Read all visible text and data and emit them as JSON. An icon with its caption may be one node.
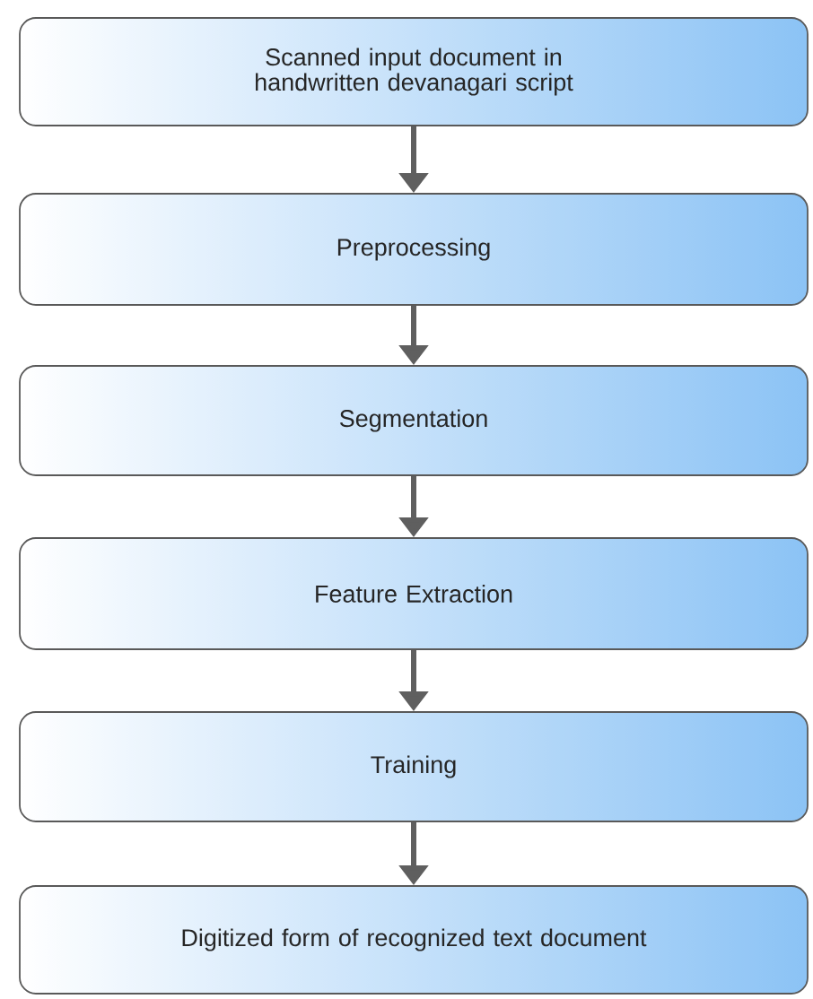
{
  "diagram": {
    "nodes": [
      {
        "text": [
          "Scanned input document in handwritten devanagari script"
        ]
      },
      {
        "text": [
          "Preprocessing"
        ]
      },
      {
        "text": [
          "Segmentation"
        ]
      },
      {
        "text": [
          "Feature Extraction"
        ]
      },
      {
        "text": [
          "Training"
        ]
      },
      {
        "text": [
          "Digitized form of recognized text document"
        ]
      }
    ],
    "edges": [
      {
        "from": 0,
        "to": 1,
        "arrow": "to"
      },
      {
        "from": 1,
        "to": 2,
        "arrow": "to"
      },
      {
        "from": 2,
        "to": 3,
        "arrow": "to"
      },
      {
        "from": 3,
        "to": 4,
        "arrow": "to"
      },
      {
        "from": 4,
        "to": 5,
        "arrow": "to"
      }
    ]
  }
}
